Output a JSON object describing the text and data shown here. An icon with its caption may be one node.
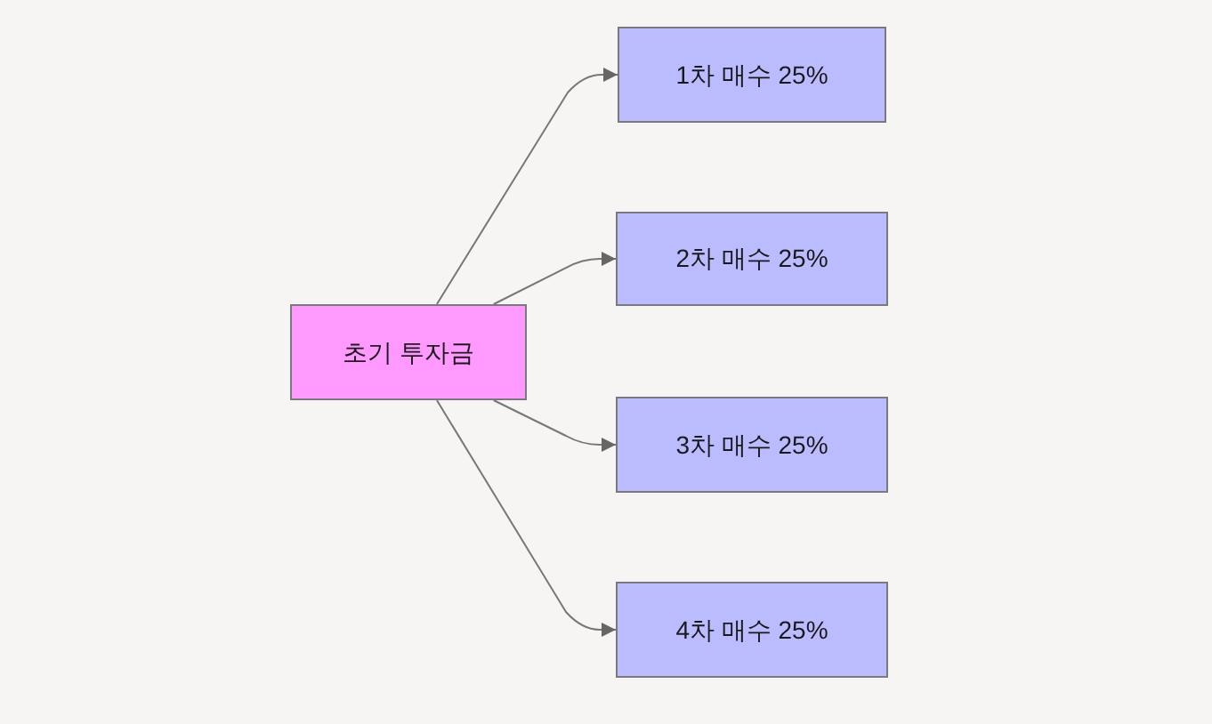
{
  "diagram": {
    "nodes": [
      {
        "text": [
          "초기 투자금"
        ]
      },
      {
        "text": [
          "1차 매수 25%"
        ]
      },
      {
        "text": [
          "2차 매수 25%"
        ]
      },
      {
        "text": [
          "3차 매수 25%"
        ]
      },
      {
        "text": [
          "4차 매수 25%"
        ]
      }
    ],
    "edges": [
      {
        "from": 0,
        "to": 1,
        "arrow": "to"
      },
      {
        "from": 0,
        "to": 2,
        "arrow": "to"
      },
      {
        "from": 0,
        "to": 3,
        "arrow": "to"
      },
      {
        "from": 0,
        "to": 4,
        "arrow": "to"
      }
    ]
  }
}
